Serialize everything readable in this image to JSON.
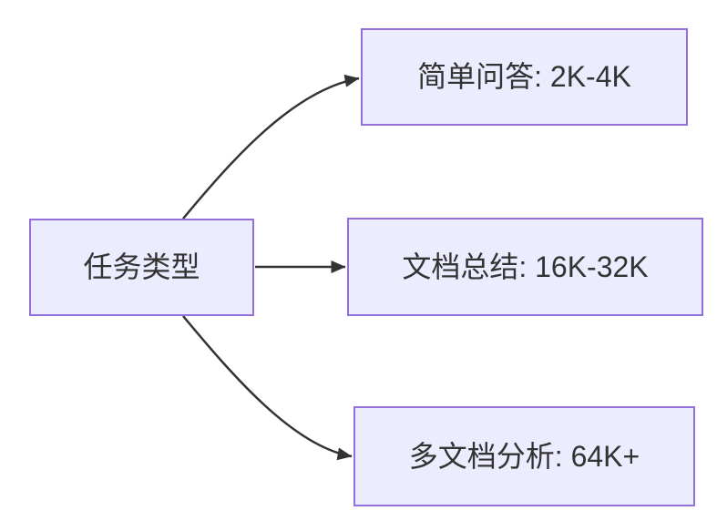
{
  "diagram": {
    "type": "flowchart-left-to-right",
    "root": {
      "label": "任务类型"
    },
    "branches": [
      {
        "label": "简单问答: 2K-4K"
      },
      {
        "label": "文档总结: 16K-32K"
      },
      {
        "label": "多文档分析: 64K+"
      }
    ],
    "colors": {
      "node_fill": "#ECECFF",
      "node_border": "#9370DB",
      "text": "#333333",
      "arrow": "#333333",
      "background": "#FFFFFF"
    }
  }
}
